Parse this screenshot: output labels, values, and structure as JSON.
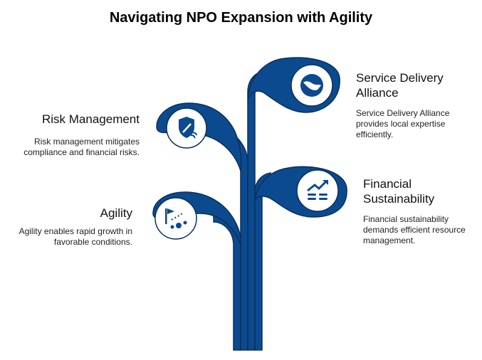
{
  "title": "Navigating NPO Expansion with Agility",
  "colors": {
    "stem": "#0b4a8f",
    "stem_outline": "#0a2f5c",
    "icon_bg": "#ffffff"
  },
  "items": [
    {
      "label": "Risk Management",
      "description": "Risk management mitigates compliance and financial risks.",
      "icon": "shield-wind-icon"
    },
    {
      "label": "Agility",
      "description": "Agility enables rapid growth in favorable conditions.",
      "icon": "flag-path-icon"
    },
    {
      "label": "Service Delivery Alliance",
      "description": "Service Delivery Alliance provides local expertise efficiently.",
      "icon": "handshake-globe-icon"
    },
    {
      "label": "Financial Sustainability",
      "description": "Financial sustainability demands efficient resource management.",
      "icon": "chart-growth-icon"
    }
  ]
}
